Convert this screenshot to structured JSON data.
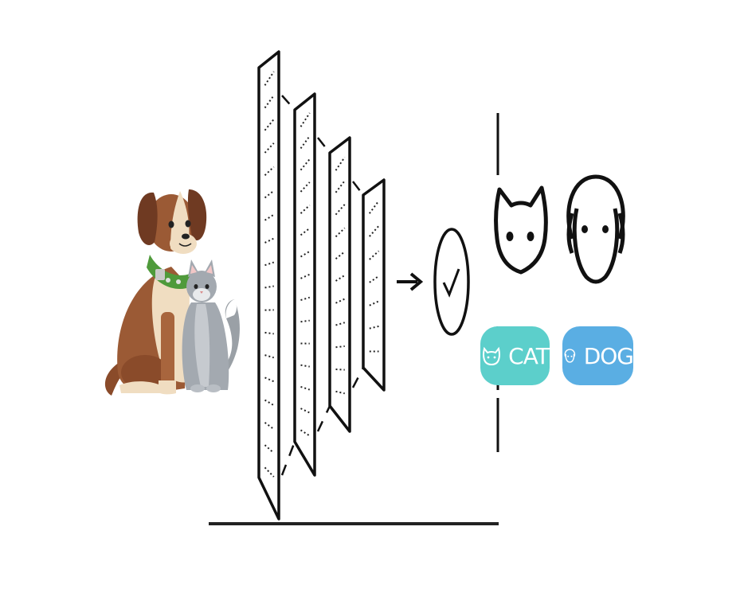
{
  "classes": [
    {
      "label": "CAT",
      "icon": "cat-face-icon",
      "color": "#5ccfcb"
    },
    {
      "label": "DOG",
      "icon": "dog-face-icon",
      "color": "#5aaee3"
    }
  ],
  "network": {
    "layers": 4
  },
  "output": {
    "icon": "check-circle-icon"
  },
  "input": {
    "illustration": "dog-and-cat-illustration"
  }
}
